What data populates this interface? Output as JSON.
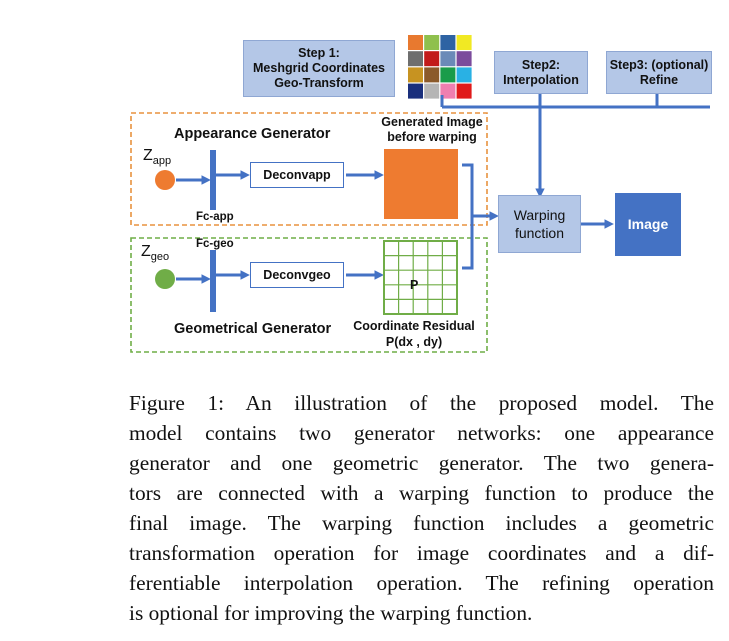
{
  "steps": {
    "step1": [
      "Step 1:",
      "Meshgrid Coordinates",
      "Geo-Transform"
    ],
    "step2": [
      "Step2:",
      "Interpolation"
    ],
    "step3": [
      "Step3: (optional)",
      "Refine"
    ]
  },
  "palette_colors": [
    "#e8792f",
    "#8fc04d",
    "#2e63a3",
    "#f1e923",
    "#6e6e6e",
    "#c21a1a",
    "#6b8ab8",
    "#7b4b9c",
    "#c79321",
    "#8b5a2b",
    "#1a9c4a",
    "#29b1e4",
    "#1a2f7c",
    "#b5b5b5",
    "#ef7fb0",
    "#e01a1a"
  ],
  "appearance": {
    "title": "Appearance Generator",
    "z_main": "Z",
    "z_sub": "app",
    "fc": "Fc-app",
    "deconv": "Deconvapp",
    "output_label": [
      "Generated Image",
      "before warping"
    ]
  },
  "geometric": {
    "title": "Geometrical Generator",
    "z_main": "Z",
    "z_sub": "geo",
    "fc": "Fc-geo",
    "deconv": "Deconvgeo",
    "grid_point": "P",
    "output_label": [
      "Coordinate Residual",
      "P(dx , dy)"
    ]
  },
  "warping": [
    "Warping",
    "function"
  ],
  "image": "Image",
  "colors": {
    "appearance_dash": "#e8923f",
    "geometric_dash": "#6fae47",
    "arrow_blue": "#4472c4",
    "orange_fill": "#ee7b30",
    "green_node": "#70ad47",
    "grid_green": "#70ad47",
    "warping_fill": "#b4c7e7",
    "image_fill": "#4472c4"
  },
  "caption": [
    "Figure 1:  An illustration of the proposed model.  The",
    "model contains two generator networks: one appearance",
    "generator and one geometric generator. The two genera-",
    "tors are connected with a warping function to produce the",
    "final image.  The warping function includes a geometric",
    "transformation operation for image coordinates and a dif-",
    "ferentiable interpolation operation. The refining operation",
    "is optional for improving the warping function."
  ]
}
